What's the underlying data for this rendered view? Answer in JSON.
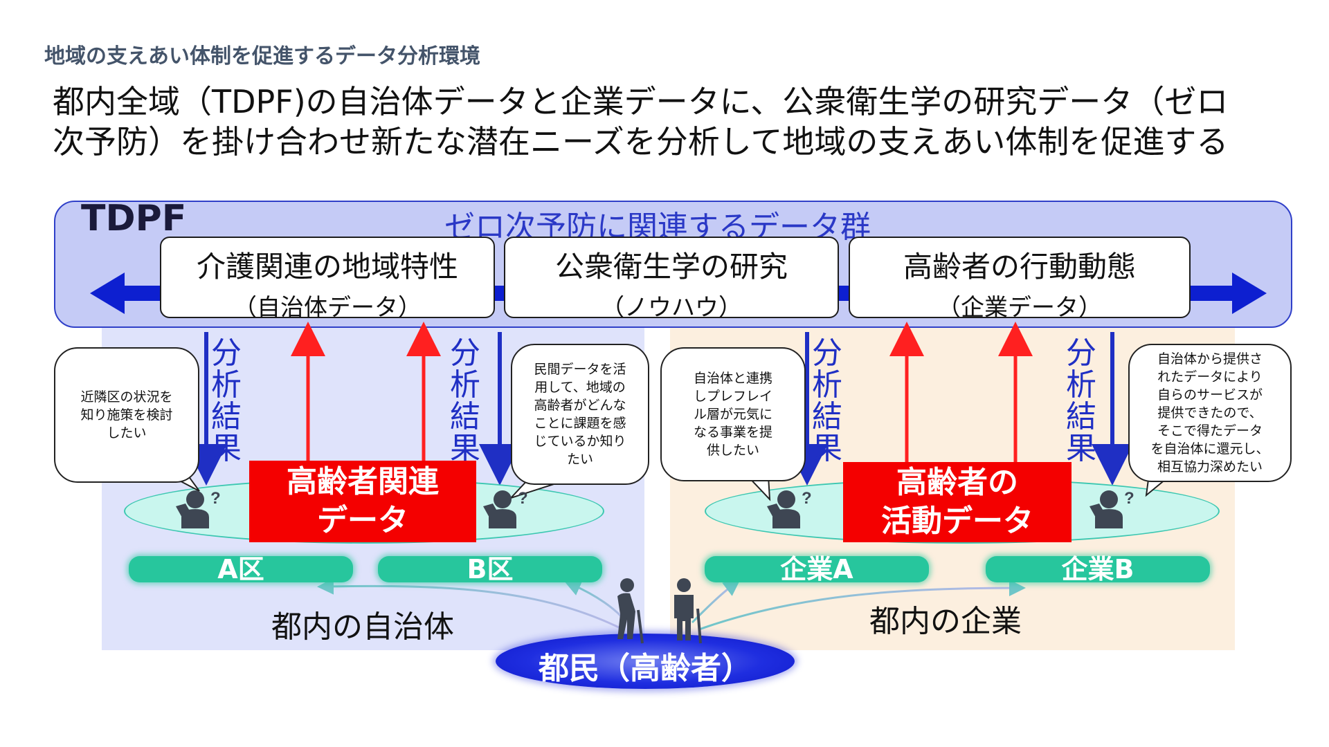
{
  "subtitle": "地域の支えあい体制を促進するデータ分析環境",
  "headline": {
    "line1": "都内全域（TDPF)の自治体データと企業データに、公衆衛生学の研究データ（ゼロ",
    "line2": "次予防）を掛け合わせ新たな潜在ニーズを分析して地域の支えあい体制を促進する"
  },
  "platform": {
    "label": "TDPF",
    "caption": "ゼロ次予防に関連するデータ群",
    "categories": [
      {
        "title": "介護関連の地域特性",
        "sub": "（自治体データ）"
      },
      {
        "title": "公衆衛生学の研究",
        "sub": "（ノウハウ）"
      },
      {
        "title": "高齢者の行動動態",
        "sub": "（企業データ）"
      }
    ]
  },
  "analysis_label": "分析結果",
  "bubbles": {
    "ward_a": "近隣区の状況を\n知り施策を検討\nしたい",
    "ward_b": "民間データを活\n用して、地域の\n高齢者がどんな\nことに課題を感\nじているか知り\nたい",
    "company_a": "自治体と連携\nしプレフレイ\nル層が元気に\nなる事業を提\n供したい",
    "company_b": "自治体から提供さ\nれたデータにより\n自らのサービスが\n提供できたので、\nそこで得たデータ\nを自治体に還元し、\n相互協力深めたい"
  },
  "data_boxes": {
    "municipal": "高齢者関連\nデータ",
    "corporate": "高齢者の\n活動データ"
  },
  "entities": {
    "ward_a": "A区",
    "ward_b": "B区",
    "company_a": "企業A",
    "company_b": "企業B"
  },
  "groups": {
    "municipalities": "都内の自治体",
    "companies": "都内の企業"
  },
  "citizen": "都民（高齢者）",
  "colors": {
    "platform_fill": "#c5cbf6",
    "analysis_blue": "#1f2fc4",
    "data_red": "#f40000",
    "teal": "#27c69d",
    "left_region": "#dfe3fb",
    "right_region": "#fcefdf"
  },
  "icons": [
    "person-question-icon",
    "elderly-person-cane-icon"
  ]
}
